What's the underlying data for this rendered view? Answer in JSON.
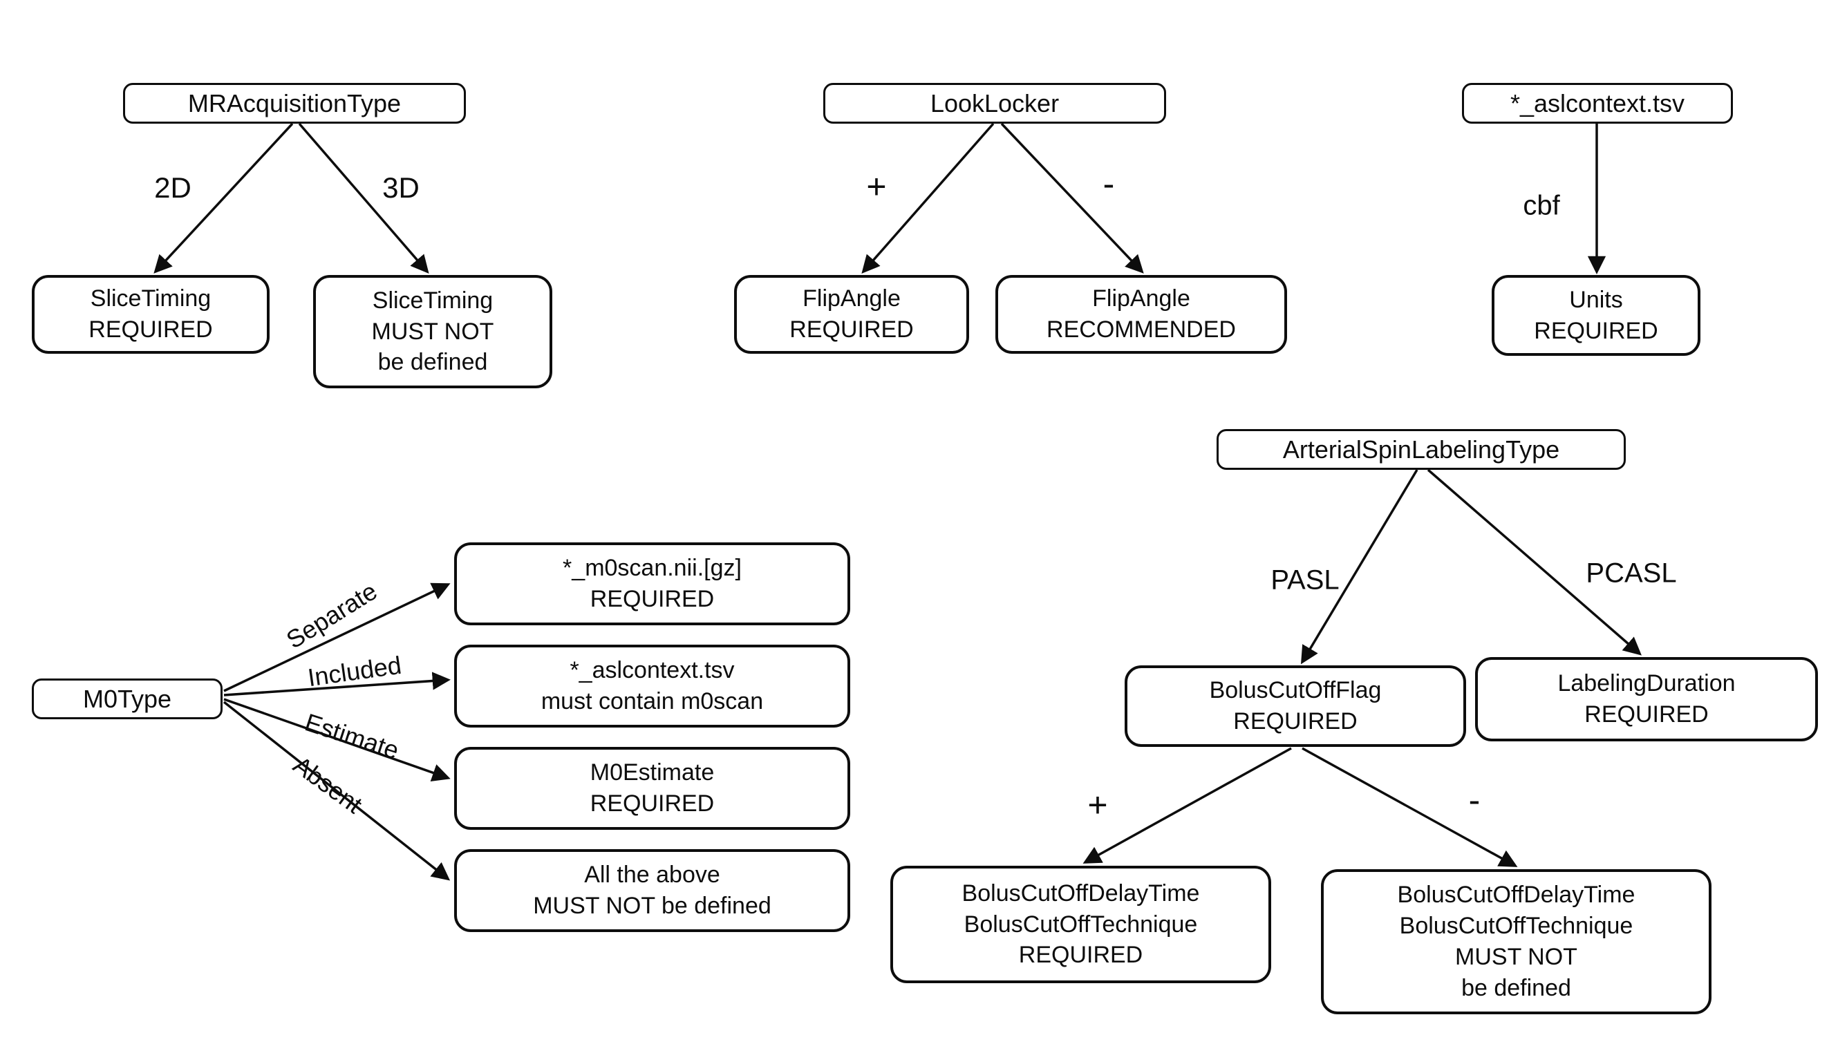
{
  "colors": {
    "background": "#ffffff",
    "stroke": "#0d0d0d",
    "text": "#0d0d0d"
  },
  "nodes": {
    "mr_acquisition_type": {
      "lines": [
        "MRAcquisitionType"
      ]
    },
    "slice_timing_required": {
      "lines": [
        "SliceTiming",
        "REQUIRED"
      ]
    },
    "slice_timing_must_not": {
      "lines": [
        "SliceTiming",
        "MUST NOT",
        "be defined"
      ]
    },
    "look_locker": {
      "lines": [
        "LookLocker"
      ]
    },
    "flip_angle_required": {
      "lines": [
        "FlipAngle",
        "REQUIRED"
      ]
    },
    "flip_angle_recommended": {
      "lines": [
        "FlipAngle",
        "RECOMMENDED"
      ]
    },
    "aslcontext_tsv": {
      "lines": [
        "*_aslcontext.tsv"
      ]
    },
    "units_required": {
      "lines": [
        "Units",
        "REQUIRED"
      ]
    },
    "arterial_spin_labeling_type": {
      "lines": [
        "ArterialSpinLabelingType"
      ]
    },
    "bolus_cutoff_flag": {
      "lines": [
        "BolusCutOffFlag",
        "REQUIRED"
      ]
    },
    "labeling_duration": {
      "lines": [
        "LabelingDuration",
        "REQUIRED"
      ]
    },
    "bolus_cutoff_plus": {
      "lines": [
        "BolusCutOffDelayTime",
        "BolusCutOffTechnique",
        "REQUIRED"
      ]
    },
    "bolus_cutoff_minus": {
      "lines": [
        "BolusCutOffDelayTime",
        "BolusCutOffTechnique",
        "MUST NOT",
        "be defined"
      ]
    },
    "m0type": {
      "lines": [
        "M0Type"
      ]
    },
    "m0scan_nii": {
      "lines": [
        "*_m0scan.nii.[gz]",
        "REQUIRED"
      ]
    },
    "aslcontext_m0scan": {
      "lines": [
        "*_aslcontext.tsv",
        "must contain m0scan"
      ]
    },
    "m0estimate": {
      "lines": [
        "M0Estimate",
        "REQUIRED"
      ]
    },
    "all_above": {
      "lines": [
        "All the above",
        "MUST NOT be defined"
      ]
    }
  },
  "edge_labels": {
    "mracq_left": "2D",
    "mracq_right": "3D",
    "looklocker_left": "+",
    "looklocker_right": "-",
    "aslcontext_cbf": "cbf",
    "asl_pasl": "PASL",
    "asl_pcasl": "PCASL",
    "bolus_plus": "+",
    "bolus_minus": "-",
    "m0_separate": "Separate",
    "m0_included": "Included",
    "m0_estimate": "Estimate",
    "m0_absent": "Absent"
  }
}
